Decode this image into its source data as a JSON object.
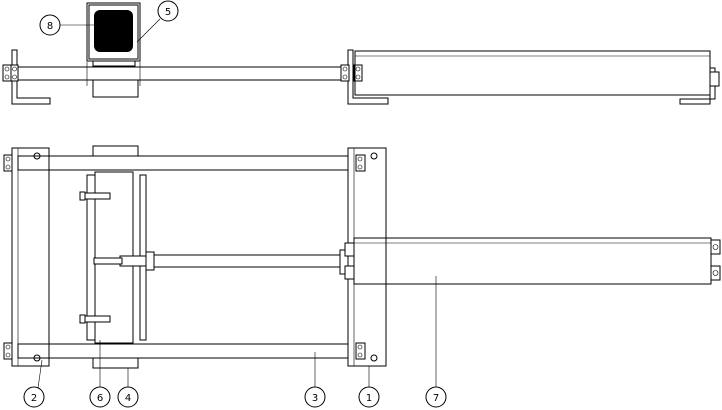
{
  "callouts": {
    "c1": "1",
    "c2": "2",
    "c3": "3",
    "c4": "4",
    "c5": "5",
    "c6": "6",
    "c7": "7",
    "c8": "8"
  },
  "colors": {
    "line": "#000000",
    "background": "#ffffff",
    "block_fill": "#000000"
  }
}
